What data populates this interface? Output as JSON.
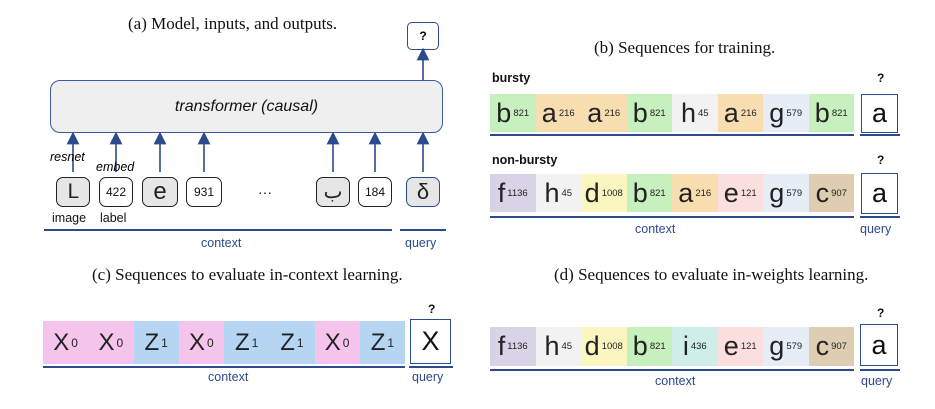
{
  "panel_a": {
    "caption": "(a) Model, inputs, and outputs.",
    "transformer_label": "transformer (causal)",
    "output_label": "?",
    "resnet_label": "resnet",
    "embed_label": "embed",
    "image_label": "image",
    "label_label": "label",
    "tokens": [
      {
        "kind": "image",
        "glyph": "ᒪ"
      },
      {
        "kind": "label",
        "text": "422"
      },
      {
        "kind": "image",
        "glyph": "e"
      },
      {
        "kind": "label",
        "text": "931"
      },
      {
        "kind": "ellipsis",
        "text": "···"
      },
      {
        "kind": "image",
        "glyph": "ب"
      },
      {
        "kind": "label",
        "text": "184"
      },
      {
        "kind": "query",
        "glyph": "δ"
      }
    ],
    "context_label": "context",
    "query_label": "query"
  },
  "panel_b": {
    "caption": "(b) Sequences for training.",
    "bursty_label": "bursty",
    "nonbursty_label": "non-bursty",
    "bursty_cells": [
      {
        "glyph": "b",
        "num": "821",
        "color": "#c6f0bd"
      },
      {
        "glyph": "a",
        "num": "216",
        "color": "#f7ddb0"
      },
      {
        "glyph": "a",
        "num": "216",
        "color": "#f7ddb0"
      },
      {
        "glyph": "b",
        "num": "821",
        "color": "#c6f0bd"
      },
      {
        "glyph": "h",
        "num": "45",
        "color": "#f2f2f2"
      },
      {
        "glyph": "a",
        "num": "216",
        "color": "#f7ddb0"
      },
      {
        "glyph": "g",
        "num": "579",
        "color": "#e6edf6"
      },
      {
        "glyph": "b",
        "num": "821",
        "color": "#c6f0bd"
      }
    ],
    "bursty_query": "a",
    "nonbursty_cells": [
      {
        "glyph": "f",
        "num": "1136",
        "color": "#d8d3e6"
      },
      {
        "glyph": "h",
        "num": "45",
        "color": "#f2f2f2"
      },
      {
        "glyph": "d",
        "num": "1008",
        "color": "#fbf6c0"
      },
      {
        "glyph": "b",
        "num": "821",
        "color": "#c6f0bd"
      },
      {
        "glyph": "a",
        "num": "216",
        "color": "#f7ddb0"
      },
      {
        "glyph": "e",
        "num": "121",
        "color": "#fbdede"
      },
      {
        "glyph": "g",
        "num": "579",
        "color": "#e6edf6"
      },
      {
        "glyph": "c",
        "num": "907",
        "color": "#dfcdb2"
      }
    ],
    "nonbursty_query": "a",
    "question_mark": "?",
    "context_label": "context",
    "query_label": "query"
  },
  "panel_c": {
    "caption": "(c) Sequences to evaluate in-context learning.",
    "cells": [
      {
        "glyph": "X",
        "num": "0",
        "color": "#f4c4ec"
      },
      {
        "glyph": "X",
        "num": "0",
        "color": "#f4c4ec"
      },
      {
        "glyph": "Z",
        "num": "1",
        "color": "#b6d5f2"
      },
      {
        "glyph": "X",
        "num": "0",
        "color": "#f4c4ec"
      },
      {
        "glyph": "Z",
        "num": "1",
        "color": "#b6d5f2"
      },
      {
        "glyph": "Z",
        "num": "1",
        "color": "#b6d5f2"
      },
      {
        "glyph": "X",
        "num": "0",
        "color": "#f4c4ec"
      },
      {
        "glyph": "Z",
        "num": "1",
        "color": "#b6d5f2"
      }
    ],
    "query": "X",
    "question_mark": "?",
    "context_label": "context",
    "query_label": "query"
  },
  "panel_d": {
    "caption": "(d) Sequences to evaluate in-weights learning.",
    "cells": [
      {
        "glyph": "f",
        "num": "1136",
        "color": "#d8d3e6"
      },
      {
        "glyph": "h",
        "num": "45",
        "color": "#f2f2f2"
      },
      {
        "glyph": "d",
        "num": "1008",
        "color": "#fbf6c0"
      },
      {
        "glyph": "b",
        "num": "821",
        "color": "#c6f0bd"
      },
      {
        "glyph": "i",
        "num": "436",
        "color": "#cfeee9"
      },
      {
        "glyph": "e",
        "num": "121",
        "color": "#fbdede"
      },
      {
        "glyph": "g",
        "num": "579",
        "color": "#e6edf6"
      },
      {
        "glyph": "c",
        "num": "907",
        "color": "#dfcdb2"
      }
    ],
    "query": "a",
    "question_mark": "?",
    "context_label": "context",
    "query_label": "query"
  },
  "colors": {
    "accent_blue": "#2c4a8c"
  }
}
